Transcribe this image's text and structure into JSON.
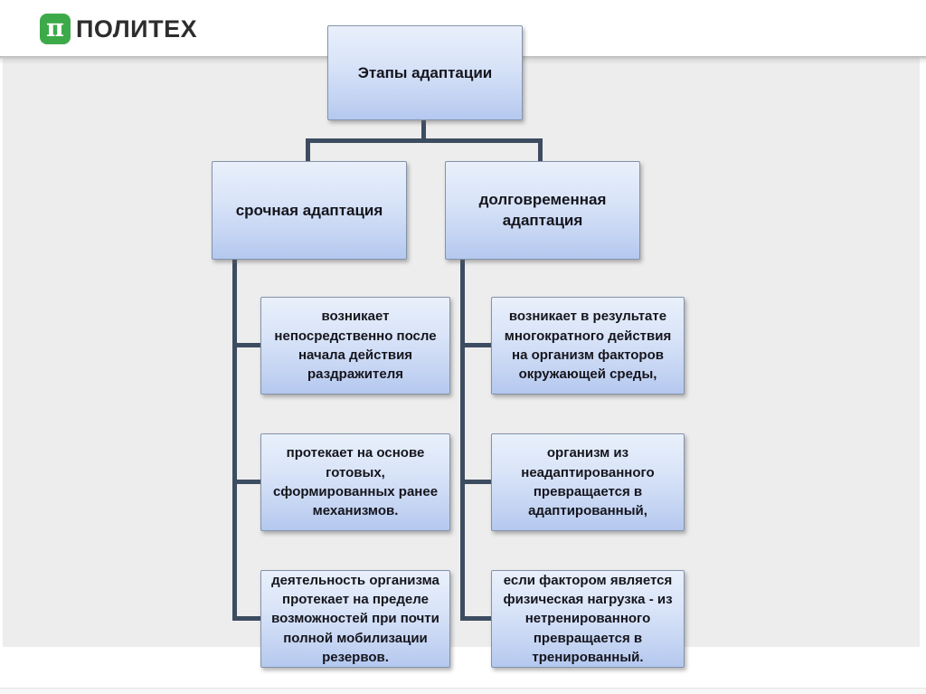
{
  "brand": {
    "name": "ПОЛИТЕХ",
    "pi_glyph": "π"
  },
  "colors": {
    "logo_green": "#3daa49",
    "connector": "#3d4d61",
    "node_border": "#8493aa",
    "node_gradient_top": "#e9f0fb",
    "node_gradient_bottom": "#b4c8ef",
    "slide_background": "#ededed",
    "text": "#15151d"
  },
  "diagram": {
    "root": {
      "label": "Этапы адаптации"
    },
    "branches": [
      {
        "label": "срочная адаптация",
        "children": [
          "возникает непосредственно после начала действия раздражителя",
          "протекает на основе готовых, сформированных ранее механизмов.",
          "деятельность организма протекает на пределе возможностей при почти полной мобилизации резервов."
        ]
      },
      {
        "label": "долговременная адаптация",
        "children": [
          "возникает в результате многократного действия на организм факторов окружающей среды,",
          "организм из неадаптированного превращается в адаптированный,",
          "если фактором является физическая нагрузка - из нетренированного превращается в тренированный."
        ]
      }
    ]
  }
}
